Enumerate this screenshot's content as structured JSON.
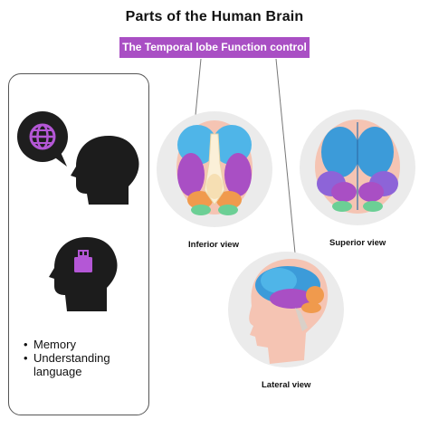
{
  "title": "Parts of the Human Brain",
  "subtitle": "The Temporal lobe Function control",
  "functions": [
    "Memory",
    "Understanding",
    "language"
  ],
  "views": {
    "inferior": "Inferior view",
    "superior": "Superior view",
    "lateral": "Lateral view"
  },
  "icons": [
    "globe-icon",
    "usb-chip-icon",
    "head-silhouette-icon"
  ],
  "colors": {
    "temporal_lobe": "#a94fc4",
    "frontal": "#3c9bd9",
    "parietal": "#4fb5e8",
    "occipital": "#f09a4d",
    "cerebellum": "#6ccf95",
    "background_circle": "#ebebeb",
    "skin": "#f5c4b3"
  }
}
